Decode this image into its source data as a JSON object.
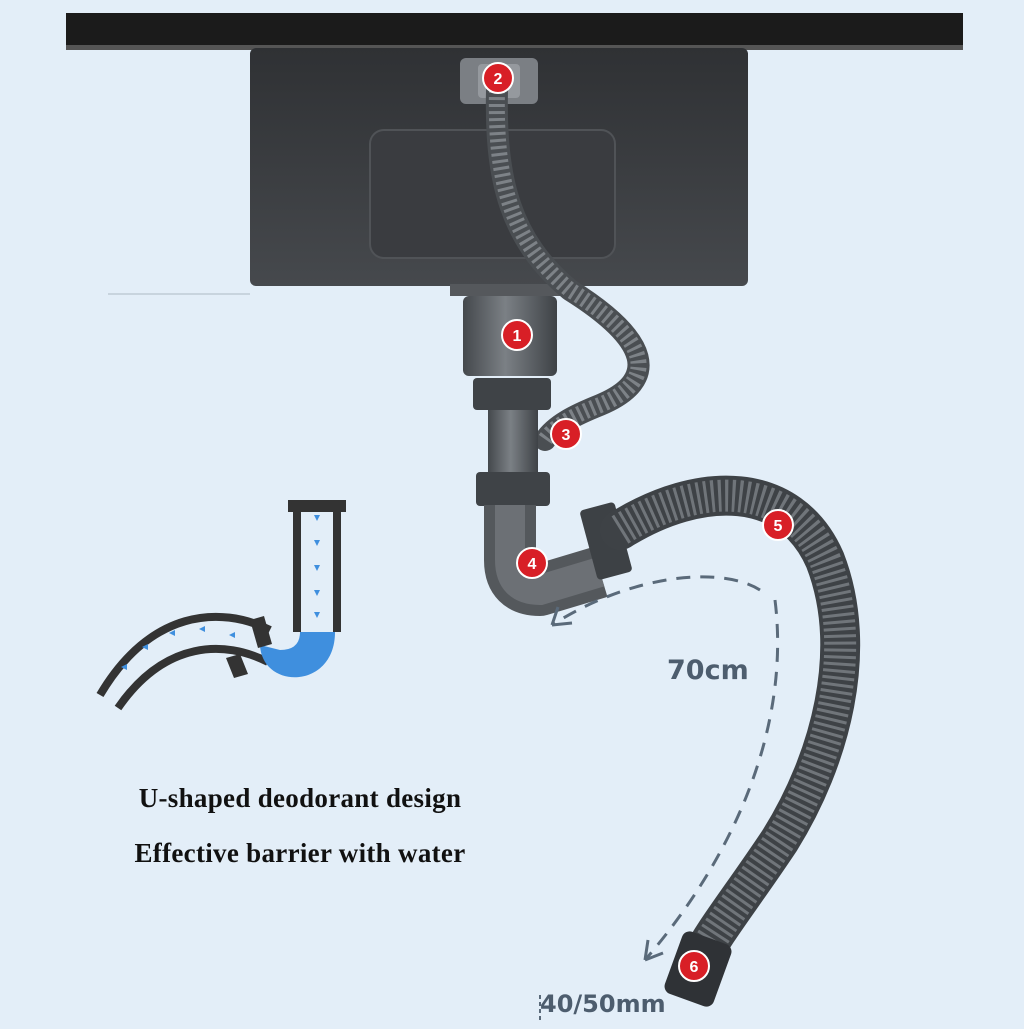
{
  "callouts": [
    "1",
    "2",
    "3",
    "4",
    "5",
    "6"
  ],
  "captions": {
    "line1": "U-shaped deodorant design",
    "line2": "Effective barrier with water"
  },
  "dimensions": {
    "hose_length": "70cm",
    "diameter": "40/50mm"
  },
  "colors": {
    "background": "#e3eef8",
    "sink": "#3b3d40",
    "countertop": "#1b1b1b",
    "pipe": "#5b5f63",
    "callout": "#d81f26",
    "water": "#3f8fde",
    "arrow": "#5a6a7a"
  }
}
